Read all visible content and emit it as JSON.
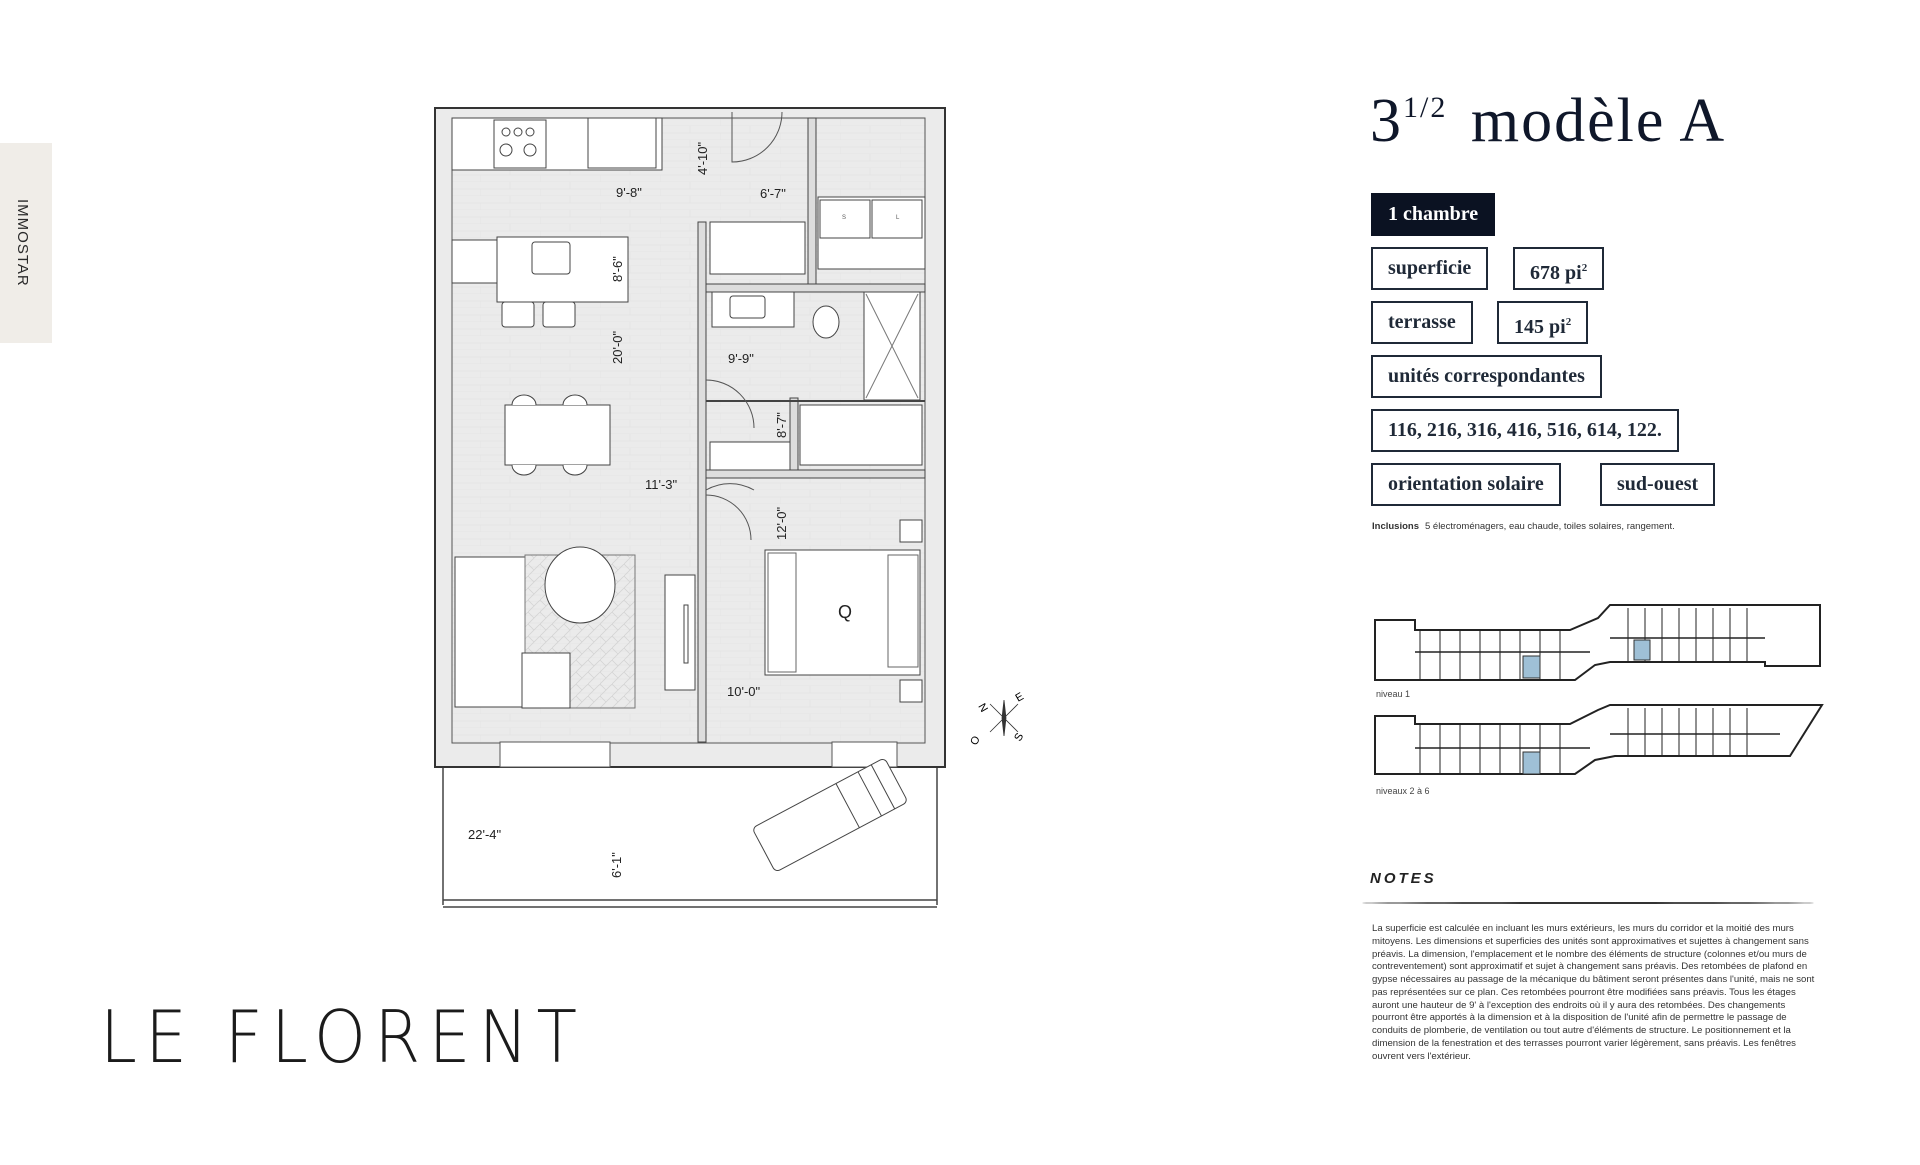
{
  "logo": {
    "text": "IMMOSTAR"
  },
  "brand": {
    "name": "LE FLORENT"
  },
  "unit": {
    "title_number": "3",
    "title_fraction": "1/2",
    "title_model": "modèle A",
    "bedrooms": "1 chambre",
    "area_label": "superficie",
    "area_value": "678 pi",
    "terrace_label": "terrasse",
    "terrace_value": "145 pi",
    "squared": "2",
    "units_label": "unités correspondantes",
    "units_value": "116, 216, 316, 416, 516, 614, 122.",
    "orientation_label": "orientation solaire",
    "orientation_value": "sud-ouest",
    "inclusions_label": "Inclusions",
    "inclusions_value": "5 électroménagers, eau chaude, toiles solaires, rangement."
  },
  "plan": {
    "dimensions": {
      "d1": "9'-8\"",
      "d2": "4'-10\"",
      "d3": "6'-7\"",
      "d4": "8'-6\"",
      "d5": "20'-0\"",
      "d6": "9'-9\"",
      "d7": "8'-7\"",
      "d8": "11'-3\"",
      "d9": "12'-0\"",
      "d10": "10'-0\"",
      "d11": "22'-4\"",
      "d12": "6'-1\""
    },
    "bed_label": "Q",
    "closet_labels": {
      "s": "S",
      "l": "L"
    },
    "compass": {
      "n": "N",
      "e": "E",
      "s": "S",
      "o": "O"
    }
  },
  "keyplan": {
    "level1": "niveau 1",
    "level2": "niveaux 2 à 6",
    "highlight_color": "#9fc0d6"
  },
  "notes": {
    "heading": "NOTES",
    "text": "La superficie est calculée en incluant les murs extérieurs, les murs du corridor et la moitié des murs mitoyens. Les dimensions et superficies des unités sont approximatives et sujettes à changement sans préavis. La dimension, l'emplacement et le nombre des éléments de structure (colonnes et/ou murs de contreventement) sont approximatif et sujet à changement sans préavis. Des retombées de plafond en gypse nécessaires au passage de la mécanique du bâtiment seront présentes dans l'unité, mais ne sont pas représentées sur ce plan. Ces retombées pourront être modifiées sans préavis. Tous les étages auront une hauteur de 9' à l'exception des endroits où il y aura des retombées. Des changements pourront être apportés à la dimension et à la disposition de l'unité afin de permettre le passage de conduits de plomberie, de ventilation ou tout autre d'éléments de structure. Le positionnement et la dimension de la fenestration et des terrasses pourront varier légèrement, sans préavis. Les fenêtres ouvrent vers l'extérieur."
  }
}
